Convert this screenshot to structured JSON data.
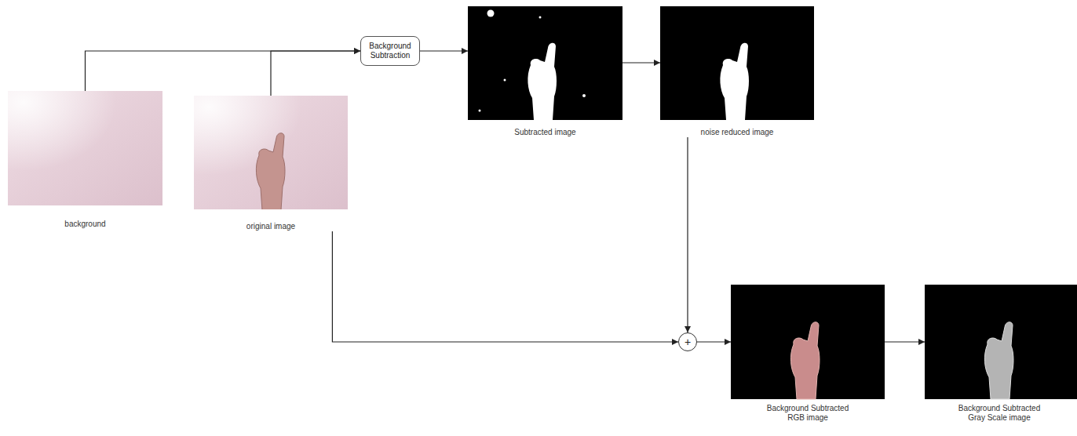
{
  "diagram": {
    "nodes": [
      {
        "text": [
          "background"
        ]
      },
      {
        "text": [
          "original image"
        ]
      },
      {
        "text": [
          "Background Subtraction"
        ]
      },
      {
        "text": [
          "Subtracted image"
        ]
      },
      {
        "text": [
          "noise reduced image"
        ]
      },
      {
        "text": [
          "+"
        ]
      },
      {
        "text": [
          "Background Subtracted RGB image"
        ]
      },
      {
        "text": [
          "Background Subtracted Gray Scale image"
        ]
      }
    ],
    "edges": [
      {
        "from": 0,
        "to": 2,
        "arrow": "to"
      },
      {
        "from": 1,
        "to": 2,
        "arrow": "to"
      },
      {
        "from": 2,
        "to": 3,
        "arrow": "to"
      },
      {
        "from": 3,
        "to": 4,
        "arrow": "to"
      },
      {
        "from": 4,
        "to": 5,
        "arrow": "to"
      },
      {
        "from": 1,
        "to": 5,
        "arrow": "to"
      },
      {
        "from": 5,
        "to": 6,
        "arrow": "to"
      },
      {
        "from": 6,
        "to": 7,
        "arrow": "to"
      }
    ]
  }
}
